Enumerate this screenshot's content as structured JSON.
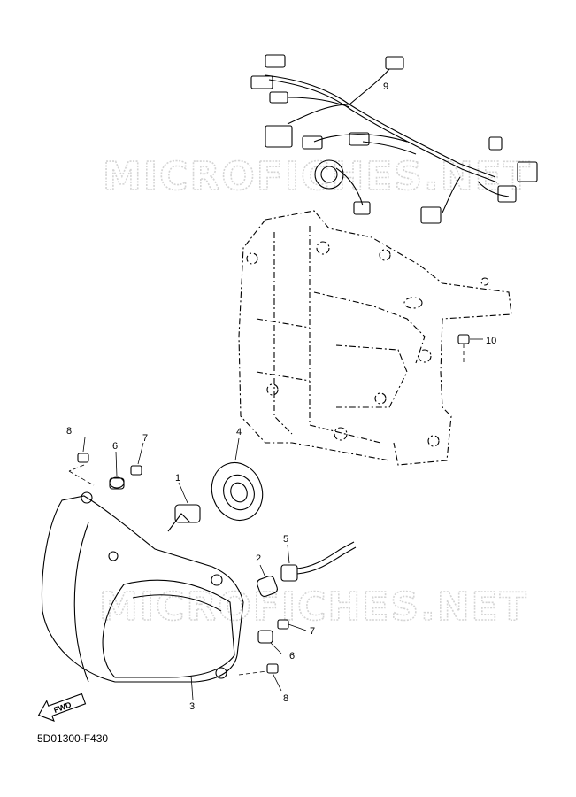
{
  "diagram": {
    "watermark": "MICROFICHES.NET",
    "reference_code": "5D01300-F430",
    "fwd_label": "FWD",
    "callouts": [
      {
        "id": "c1",
        "num": "1"
      },
      {
        "id": "c2",
        "num": "2"
      },
      {
        "id": "c3",
        "num": "3"
      },
      {
        "id": "c4",
        "num": "4"
      },
      {
        "id": "c5",
        "num": "5"
      },
      {
        "id": "c6a",
        "num": "6"
      },
      {
        "id": "c6b",
        "num": "6"
      },
      {
        "id": "c7a",
        "num": "7"
      },
      {
        "id": "c7b",
        "num": "7"
      },
      {
        "id": "c8a",
        "num": "8"
      },
      {
        "id": "c8b",
        "num": "8"
      },
      {
        "id": "c9",
        "num": "9"
      },
      {
        "id": "c10",
        "num": "10"
      }
    ]
  }
}
